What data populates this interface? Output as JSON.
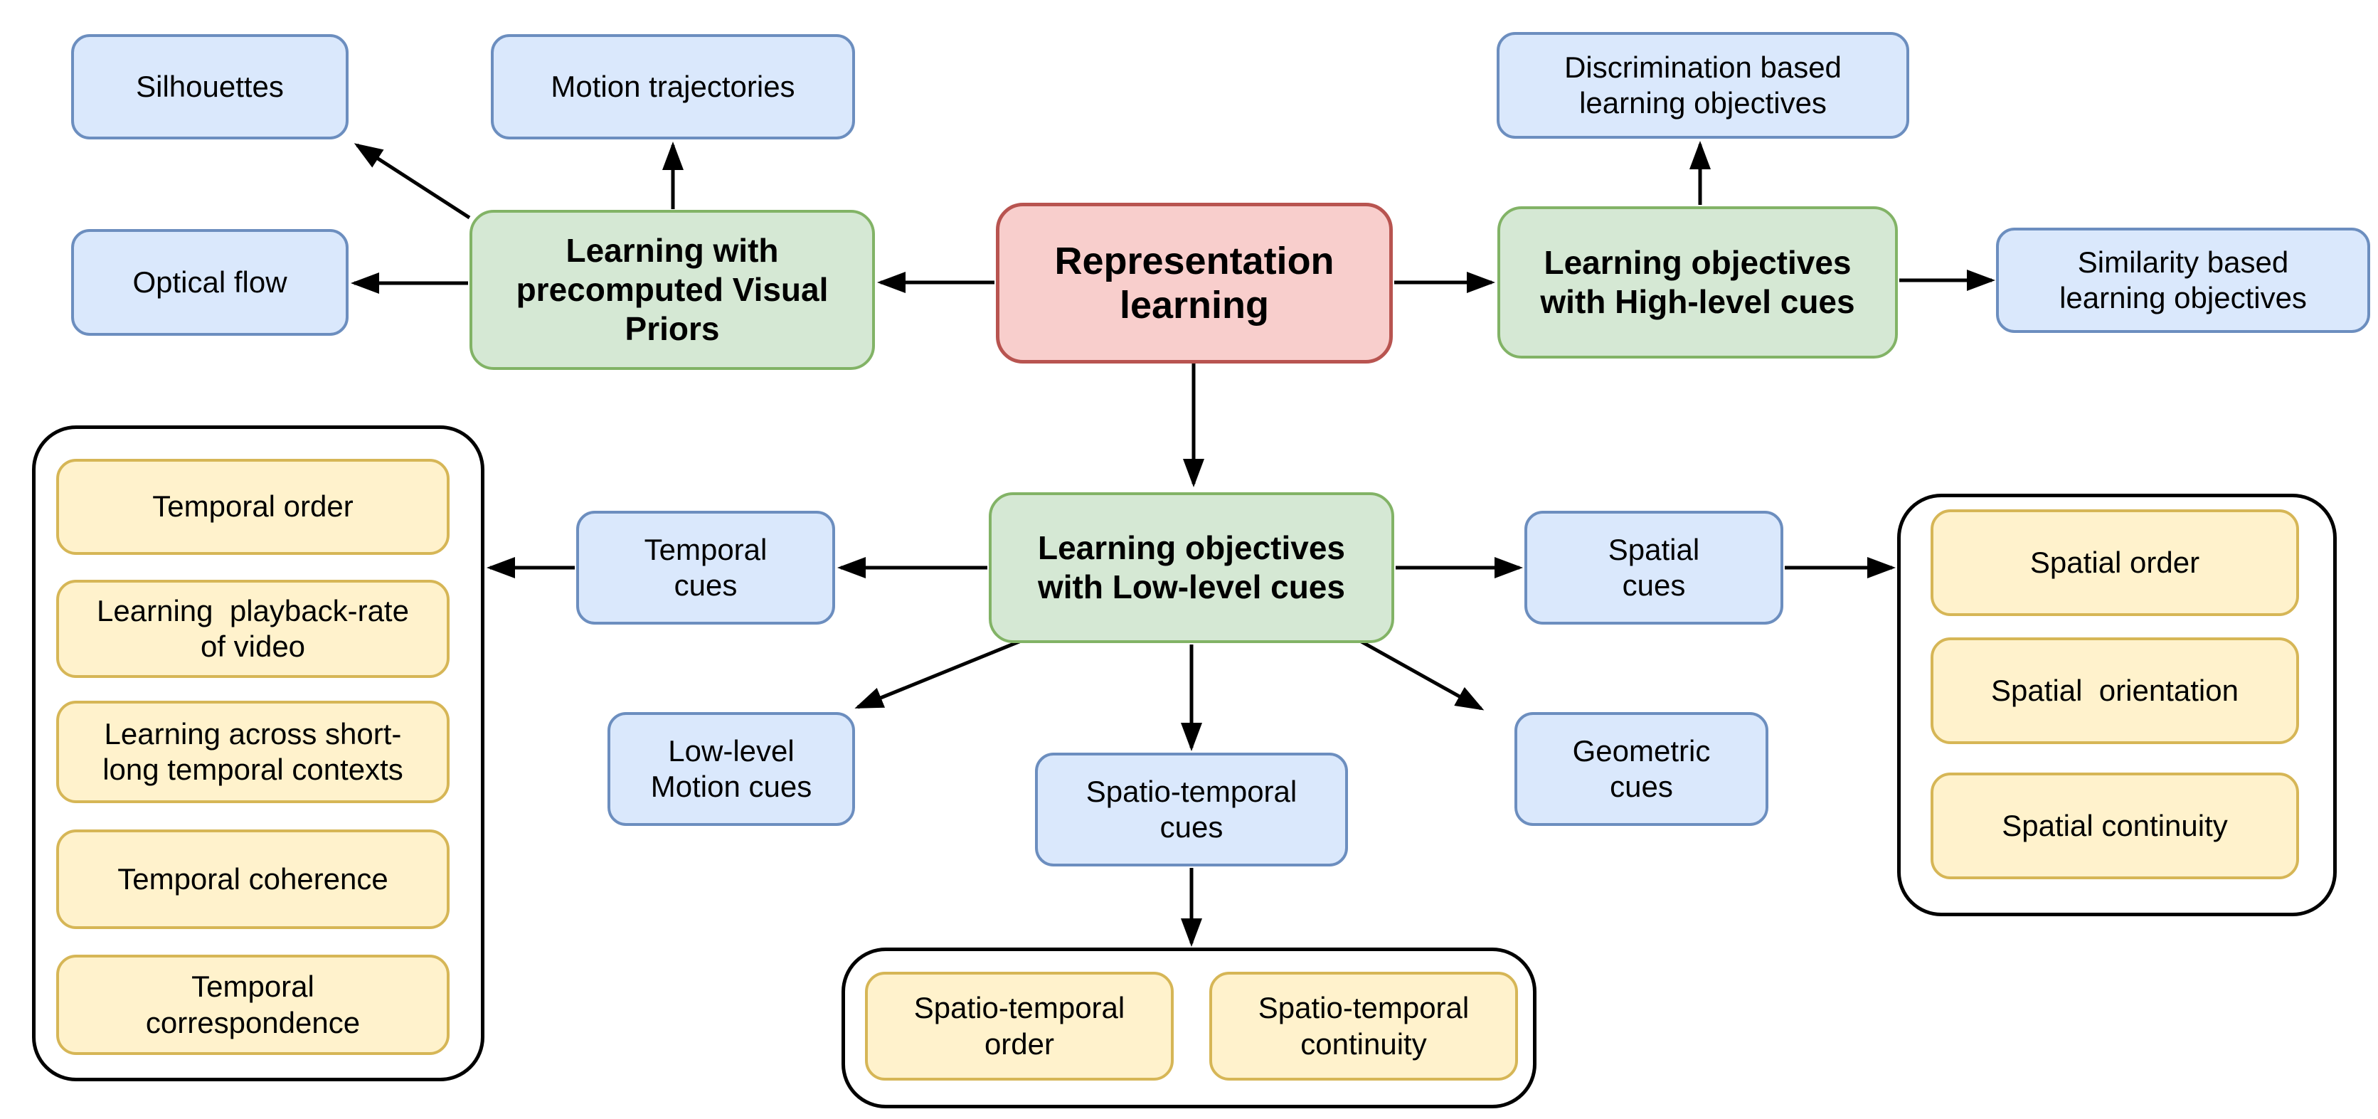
{
  "diagram": {
    "background": "#ffffff",
    "colors": {
      "blue_fill": "#dae8fc",
      "blue_stroke": "#6c8ebf",
      "green_fill": "#d5e8d4",
      "green_stroke": "#82b366",
      "red_fill": "#f8cecc",
      "red_stroke": "#b85450",
      "yellow_fill": "#fff2cc",
      "yellow_stroke": "#d6b656",
      "group_stroke": "#000000",
      "arrow_color": "#000000"
    },
    "nodes": {
      "root": "Representation\nlearning",
      "visual_priors": "Learning with\nprecomputed Visual\nPriors",
      "high_level": "Learning objectives\nwith High-level cues",
      "low_level": "Learning objectives\nwith Low-level cues",
      "silhouettes": "Silhouettes",
      "motion_trajectories": "Motion trajectories",
      "optical_flow": "Optical flow",
      "discrimination": "Discrimination based\nlearning objectives",
      "similarity": "Similarity based\nlearning objectives",
      "temporal_cues": "Temporal\ncues",
      "spatial_cues": "Spatial\ncues",
      "low_level_motion_cues": "Low-level\nMotion cues",
      "spatio_temporal_cues": "Spatio-temporal\ncues",
      "geometric_cues": "Geometric\ncues",
      "temporal_order": "Temporal order",
      "playback_rate": "Learning  playback-rate\nof video",
      "short_long_contexts": "Learning across short-\nlong temporal contexts",
      "temporal_coherence": "Temporal coherence",
      "temporal_correspondence": "Temporal\ncorrespondence",
      "spatial_order": "Spatial order",
      "spatial_orientation": "Spatial  orientation",
      "spatial_continuity": "Spatial continuity",
      "spatio_temporal_order": "Spatio-temporal\norder",
      "spatio_temporal_continuity": "Spatio-temporal\ncontinuity"
    },
    "edges": [
      {
        "from": "visual_priors",
        "to": "silhouettes"
      },
      {
        "from": "visual_priors",
        "to": "motion_trajectories"
      },
      {
        "from": "visual_priors",
        "to": "optical_flow"
      },
      {
        "from": "root",
        "to": "visual_priors"
      },
      {
        "from": "root",
        "to": "high_level"
      },
      {
        "from": "root",
        "to": "low_level"
      },
      {
        "from": "high_level",
        "to": "discrimination"
      },
      {
        "from": "high_level",
        "to": "similarity"
      },
      {
        "from": "low_level",
        "to": "temporal_cues"
      },
      {
        "from": "temporal_cues",
        "to": "temporal_leaves_group"
      },
      {
        "from": "low_level",
        "to": "spatial_cues"
      },
      {
        "from": "spatial_cues",
        "to": "spatial_leaves_group"
      },
      {
        "from": "low_level",
        "to": "low_level_motion_cues"
      },
      {
        "from": "low_level",
        "to": "spatio_temporal_cues"
      },
      {
        "from": "low_level",
        "to": "geometric_cues"
      },
      {
        "from": "spatio_temporal_cues",
        "to": "spatio_temporal_leaves_group"
      }
    ]
  }
}
